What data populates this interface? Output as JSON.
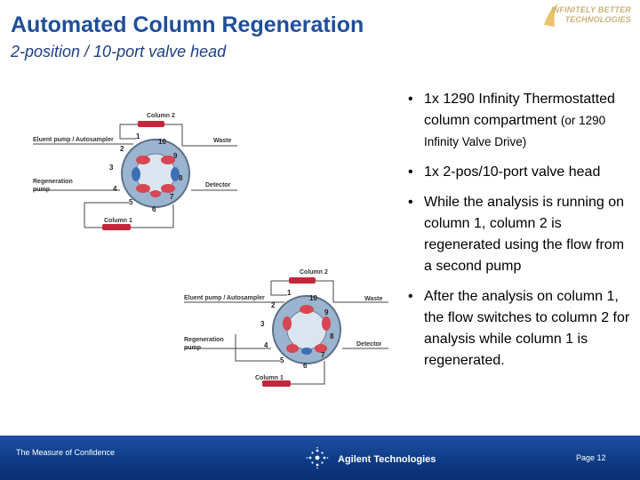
{
  "slide": {
    "title": "Automated Column Regeneration",
    "subtitle": "2-position / 10-port valve head"
  },
  "brand": {
    "line1": "INFINITELY BETTER",
    "line2": "TECHNOLOGIES"
  },
  "bullets": [
    {
      "main": "1x 1290 Infinity Thermostatted column compartment",
      "note": "(or 1290 Infinity Valve Drive)"
    },
    {
      "main": "1x 2-pos/10-port valve head",
      "note": ""
    },
    {
      "main": "While the analysis is running on column 1, column 2 is regenerated using the flow from a second pump",
      "note": ""
    },
    {
      "main": "After the analysis on column 1, the flow switches to column 2 for analysis while column 1 is regenerated.",
      "note": ""
    }
  ],
  "diagram": {
    "column2": "Column 2",
    "column1": "Column 1",
    "eluent": "Eluent pump / Autosampler",
    "waste": "Waste",
    "regen": "Regeneration",
    "pump": "pump",
    "detector": "Detector",
    "ports": [
      "1",
      "2",
      "3",
      "4",
      "5",
      "6",
      "7",
      "8",
      "9",
      "10"
    ]
  },
  "footer": {
    "tagline": "The Measure of Confidence",
    "company": "Agilent Technologies",
    "page": "Page 12"
  }
}
